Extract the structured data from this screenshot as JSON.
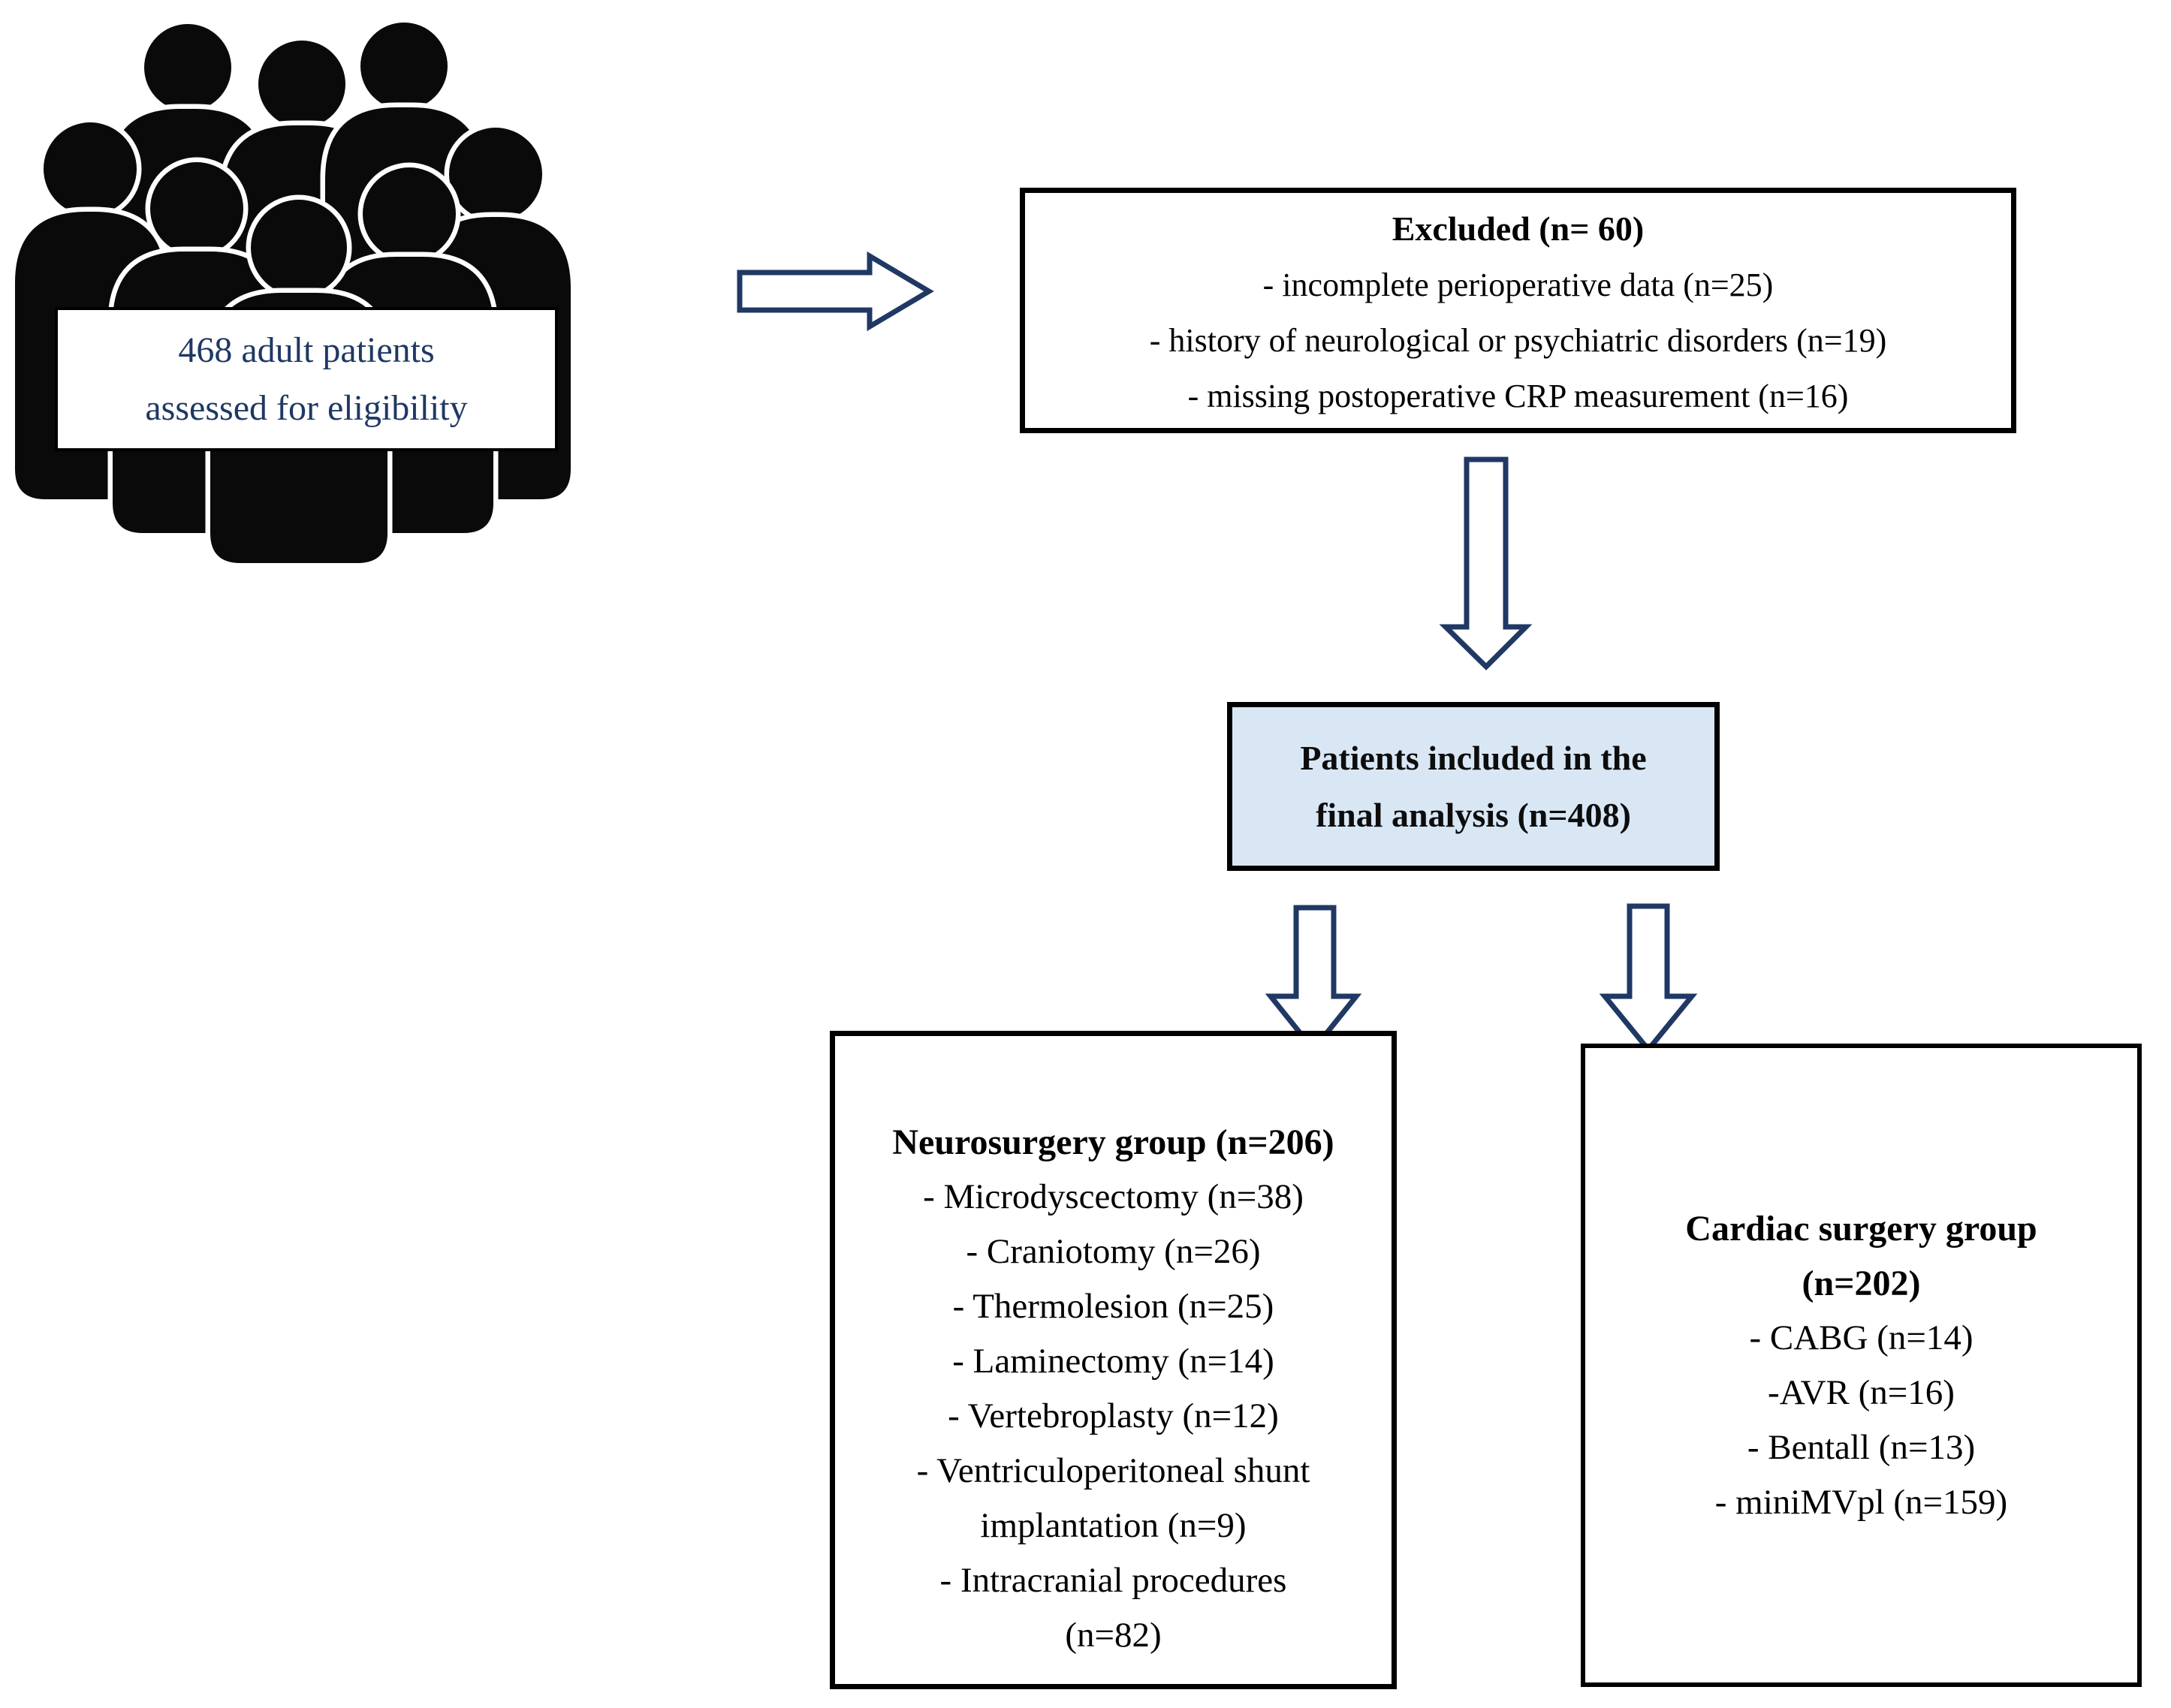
{
  "eligibility": {
    "line1": "468 adult patients",
    "line2": "assessed for eligibility"
  },
  "excluded": {
    "title": "Excluded (n= 60)",
    "items": [
      "- incomplete perioperative data (n=25)",
      "- history of neurological or psychiatric disorders (n=19)",
      "- missing postoperative CRP measurement (n=16)"
    ]
  },
  "included": {
    "line1": "Patients included in the",
    "line2": "final analysis (n=408)"
  },
  "neurosurgery": {
    "title": "Neurosurgery group (n=206)",
    "lines": [
      "- Microdyscectomy (n=38)",
      "- Craniotomy (n=26)",
      "- Thermolesion (n=25)",
      "- Laminectomy (n=14)",
      "- Vertebroplasty (n=12)",
      "- Ventriculoperitoneal shunt",
      "implantation (n=9)",
      "- Intracranial procedures",
      "(n=82)"
    ]
  },
  "cardiac": {
    "title_line1": "Cardiac surgery group",
    "title_line2": "(n=202)",
    "lines": [
      "- CABG (n=14)",
      "-AVR (n=16)",
      "- Bentall (n=13)",
      "- miniMVpl (n=159)"
    ]
  },
  "icons": {
    "people_group": "people-group-icon"
  },
  "colors": {
    "arrow_outline": "#203864",
    "included_fill": "#D9E7F5",
    "eligibility_text": "#1F3864",
    "box_border": "#000000",
    "silhouette": "#0a0a0a"
  }
}
